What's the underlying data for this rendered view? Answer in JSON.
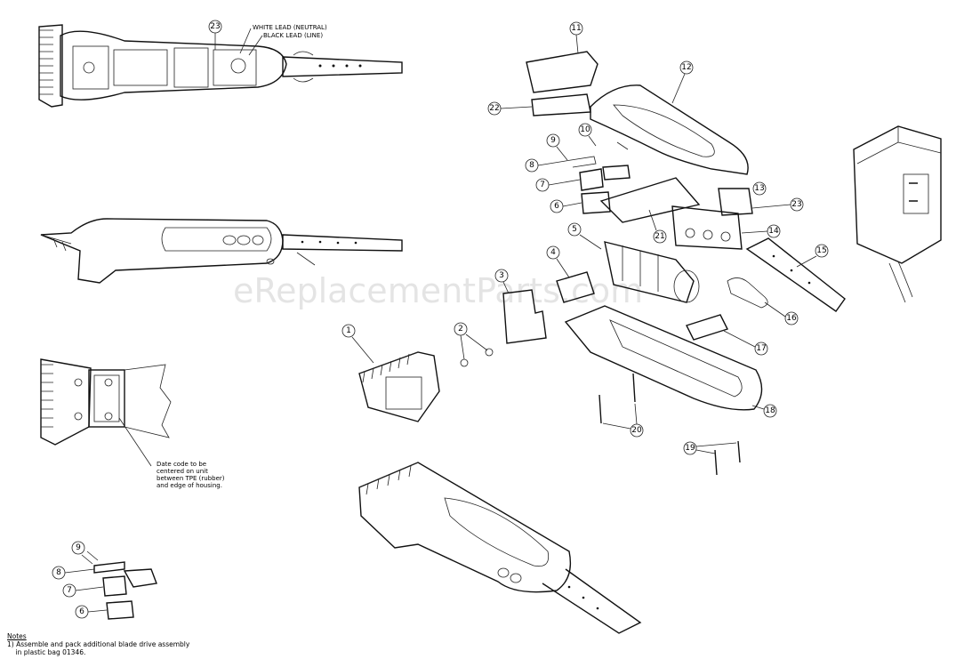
{
  "watermark": "eReplacementParts.com",
  "leads": {
    "white": "WHITE LEAD (NEUTRAL)",
    "black": "BLACK LEAD (LINE)"
  },
  "date_code_note": [
    "Date code to be",
    "centered on unit",
    "between TPE (rubber)",
    "and edge of housing."
  ],
  "notes": {
    "title": "Notes",
    "items": [
      "1) Assemble and pack additional blade drive assembly",
      "    in plastic bag 01346."
    ]
  },
  "callouts": {
    "c1": "1",
    "c2": "2",
    "c3": "3",
    "c4": "4",
    "c5": "5",
    "c6": "6",
    "c7": "7",
    "c8": "8",
    "c9": "9",
    "c10": "10",
    "c11": "11",
    "c12": "12",
    "c13": "13",
    "c14": "14",
    "c15": "15",
    "c16": "16",
    "c17": "17",
    "c18": "18",
    "c19": "19",
    "c20": "20",
    "c21": "21",
    "c22": "22",
    "c23": "23",
    "d6": "6",
    "d7": "7",
    "d8": "8",
    "d9": "9",
    "top23": "23"
  }
}
